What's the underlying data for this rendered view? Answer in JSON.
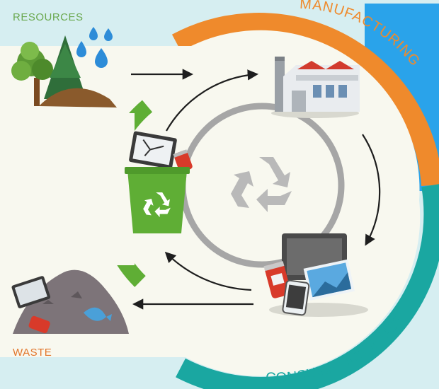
{
  "diagram": {
    "labels": {
      "resources": "RESOURCES",
      "manufacturing": "MANUFACTURING",
      "consumption": "CONSUMPTION & USE",
      "waste": "WASTE"
    },
    "colors": {
      "background": "#d6eef1",
      "panel": "#f8f8ef",
      "resources": "#6aa84f",
      "manufacturing": "#ef8a2c",
      "consumption": "#1aa7a1",
      "waste": "#e2762c",
      "recycling": "#5fae35",
      "blue_block": "#2aa3ea",
      "inner_ring": "#a6a6a6",
      "arrow": "#1e1e1e"
    },
    "icons": {
      "center": "recycle-icon",
      "resources": "trees-and-water-icon",
      "manufacturing": "factory-icon",
      "consumption": "devices-and-products-icon",
      "recycling": "recycle-bin-icon",
      "waste": "waste-pile-icon"
    }
  }
}
